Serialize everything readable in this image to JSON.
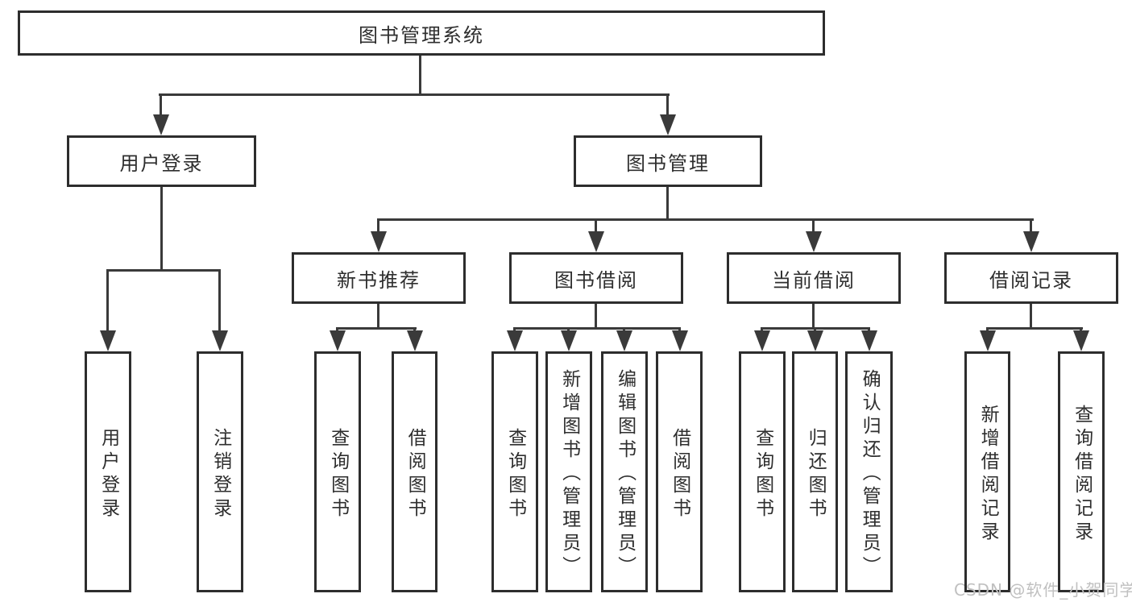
{
  "diagram": {
    "title": "图书管理系统",
    "level2": [
      {
        "label": "用户登录"
      },
      {
        "label": "图书管理"
      }
    ],
    "level3": [
      {
        "label": "新书推荐"
      },
      {
        "label": "图书借阅"
      },
      {
        "label": "当前借阅"
      },
      {
        "label": "借阅记录"
      }
    ],
    "leaves": [
      {
        "label": "用户登录"
      },
      {
        "label": "注销登录"
      },
      {
        "label": "查询图书"
      },
      {
        "label": "借阅图书"
      },
      {
        "label": "查询图书"
      },
      {
        "label": "新增图书（管理员）"
      },
      {
        "label": "编辑图书（管理员）"
      },
      {
        "label": "借阅图书"
      },
      {
        "label": "查询图书"
      },
      {
        "label": "归还图书"
      },
      {
        "label": "确认归还（管理员）"
      },
      {
        "label": "新增借阅记录"
      },
      {
        "label": "查询借阅记录"
      }
    ],
    "watermark": "CSDN @软件_小贺同学",
    "colors": {
      "line": "#3a3a3a",
      "box_border": "#2d2d2d",
      "text": "#2e2e2e",
      "watermark": "#c0c0c0",
      "background": "#ffffff"
    }
  }
}
